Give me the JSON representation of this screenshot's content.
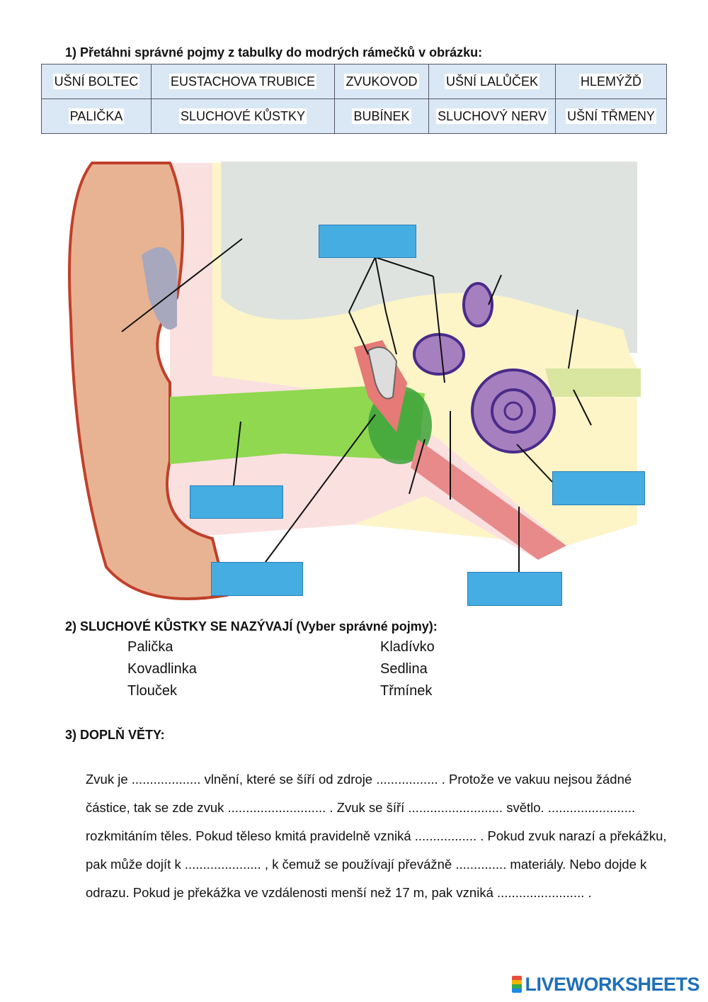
{
  "q1": {
    "title": "1)  Přetáhni správné pojmy z tabulky do modrých rámečků v obrázku:",
    "rows": [
      [
        "UŠNÍ BOLTEC",
        "EUSTACHOVA TRUBICE",
        "ZVUKOVOD",
        "UŠNÍ LALŮČEK",
        "HLEMÝŽĎ"
      ],
      [
        "PALIČKA",
        "SLUCHOVÉ KŮSTKY",
        "BUBÍNEK",
        "SLUCHOVÝ NERV",
        "UŠNÍ TŘMENY"
      ]
    ]
  },
  "colors": {
    "drop_box": "#45ade2",
    "table_bg": "#dae8f5"
  },
  "q2": {
    "title": "2)  SLUCHOVÉ KŮSTKY SE NAZÝVAJÍ (Vyber správné pojmy):",
    "options": [
      "Palička",
      "Kladívko",
      "Kovadlinka",
      "Sedlina",
      "Tlouček",
      "Třmínek"
    ]
  },
  "q3": {
    "title": "3)  DOPLŇ VĚTY:",
    "text": "Zvuk je ................... vlnění, které se šíří od zdroje ................. . Protože ve vakuu nejsou žádné částice, tak se zde zvuk ........................... . Zvuk se šíří .......................... světlo. ........................ rozkmitáním těles. Pokud těleso kmitá pravidelně vzniká ................. . Pokud zvuk narazí a překážku, pak může dojít k ..................... , k čemuž se používají převážně .............. materiály. Nebo dojde k odrazu. Pokud je překážka ve vzdálenosti menší než 17 m, pak vzniká ........................ ."
  },
  "footer": {
    "logo": "LIVEWORKSHEETS"
  }
}
